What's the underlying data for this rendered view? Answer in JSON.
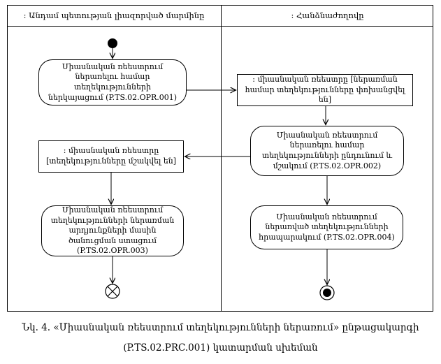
{
  "lanes": {
    "member_state": ": Անդամ պետության լիազորված մարմինը",
    "commission": ": Հանձնաժողովը"
  },
  "nodes": {
    "opr001": "Միասնական ռեեստրում ներառելու համար տեղեկությունների ներկայացում (P.TS.02.OPR.001)",
    "register_transferred": ": միասնական ռեեստրը [ներառման համար տեղեկությունները փոխանցվել են]",
    "opr002": "Միասնական ռեեստրում ներառելու համար տեղեկությունների ընդունում և մշակում (P.TS.02.OPR.002)",
    "register_processed": ": միասնական ռեեստրը [տեղեկությունները մշակվել են]",
    "opr003": "Միասնական ռեեստրում տեղեկությունների ներառման արդյունքների մասին ծանուցման ստացում (P.TS.02.OPR.003)",
    "opr004": "Միասնական ռեեստրում ներառված տեղեկությունների հրապարակում (P.TS.02.OPR.004)"
  },
  "caption": {
    "line1": "Նկ. 4. «Միասնական ռեեստրում տեղեկությունների ներառում» ընթացակարգի",
    "line2": "(P.TS.02.PRC.001) կատարման սխեման"
  }
}
